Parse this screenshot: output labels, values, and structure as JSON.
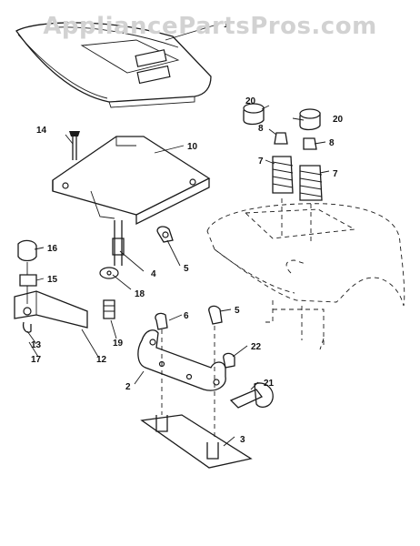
{
  "watermark": "AppliancePartsPros.com",
  "callouts": [
    {
      "id": "c1",
      "label": "1"
    },
    {
      "id": "c20a",
      "label": "20"
    },
    {
      "id": "c20b",
      "label": "20"
    },
    {
      "id": "c8a",
      "label": "8"
    },
    {
      "id": "c8b",
      "label": "8"
    },
    {
      "id": "c7a",
      "label": "7"
    },
    {
      "id": "c7b",
      "label": "7"
    },
    {
      "id": "c14",
      "label": "14"
    },
    {
      "id": "c10",
      "label": "10"
    },
    {
      "id": "c16",
      "label": "16"
    },
    {
      "id": "c15",
      "label": "15"
    },
    {
      "id": "c4",
      "label": "4"
    },
    {
      "id": "c5a",
      "label": "5"
    },
    {
      "id": "c18",
      "label": "18"
    },
    {
      "id": "c13",
      "label": "13"
    },
    {
      "id": "c17",
      "label": "17"
    },
    {
      "id": "c12",
      "label": "12"
    },
    {
      "id": "c19",
      "label": "19"
    },
    {
      "id": "c6",
      "label": "6"
    },
    {
      "id": "c5b",
      "label": "5"
    },
    {
      "id": "c22",
      "label": "22"
    },
    {
      "id": "c2",
      "label": "2"
    },
    {
      "id": "c21",
      "label": "21"
    },
    {
      "id": "c3",
      "label": "3"
    }
  ]
}
